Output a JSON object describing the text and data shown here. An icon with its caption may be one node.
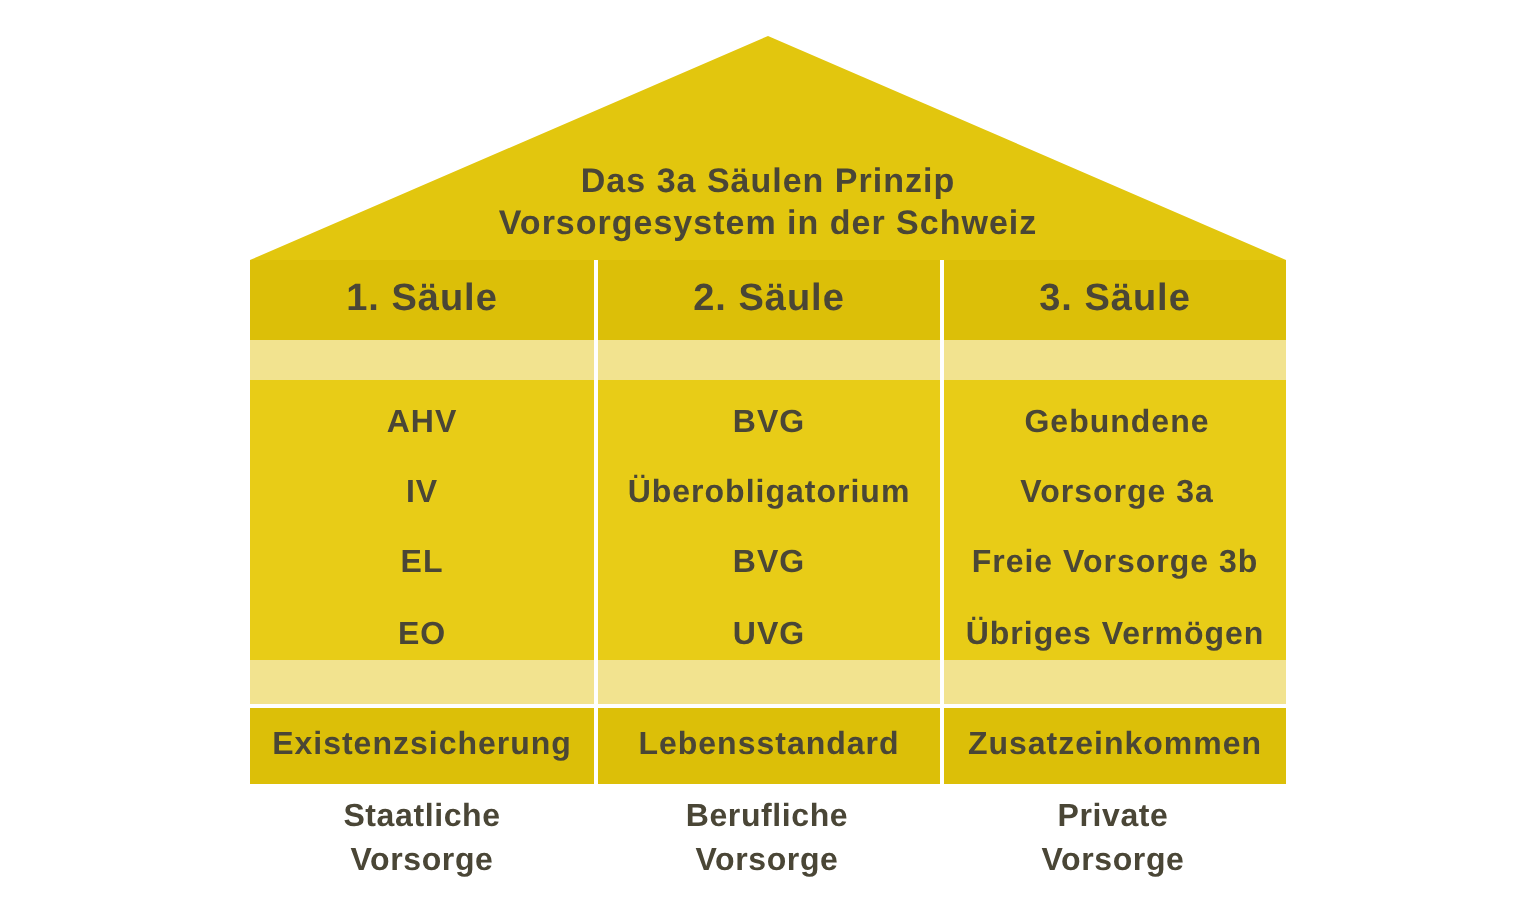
{
  "diagram": {
    "nodes": [
      {
        "text": [
          "Das 3a Säulen Prinzip Vorsorgesystem in der Schweiz"
        ]
      },
      {
        "text": [
          "1. Säule",
          "AHV",
          "IV",
          "EL",
          "EO",
          "Existenzsicherung"
        ],
        "beside": [
          "Staatliche Vorsorge"
        ]
      },
      {
        "text": [
          "2. Säule",
          "BVG",
          "Überobligatorium",
          "BVG",
          "UVG",
          "Lebensstandard"
        ],
        "beside": [
          "Berufliche Vorsorge"
        ]
      },
      {
        "text": [
          "3. Säule",
          "Gebundene Vorsorge 3a",
          "Freie Vorsorge 3b",
          "Übriges Vermögen",
          "Zusatzeinkommen"
        ],
        "beside": [
          "Private Vorsorge"
        ]
      }
    ]
  }
}
